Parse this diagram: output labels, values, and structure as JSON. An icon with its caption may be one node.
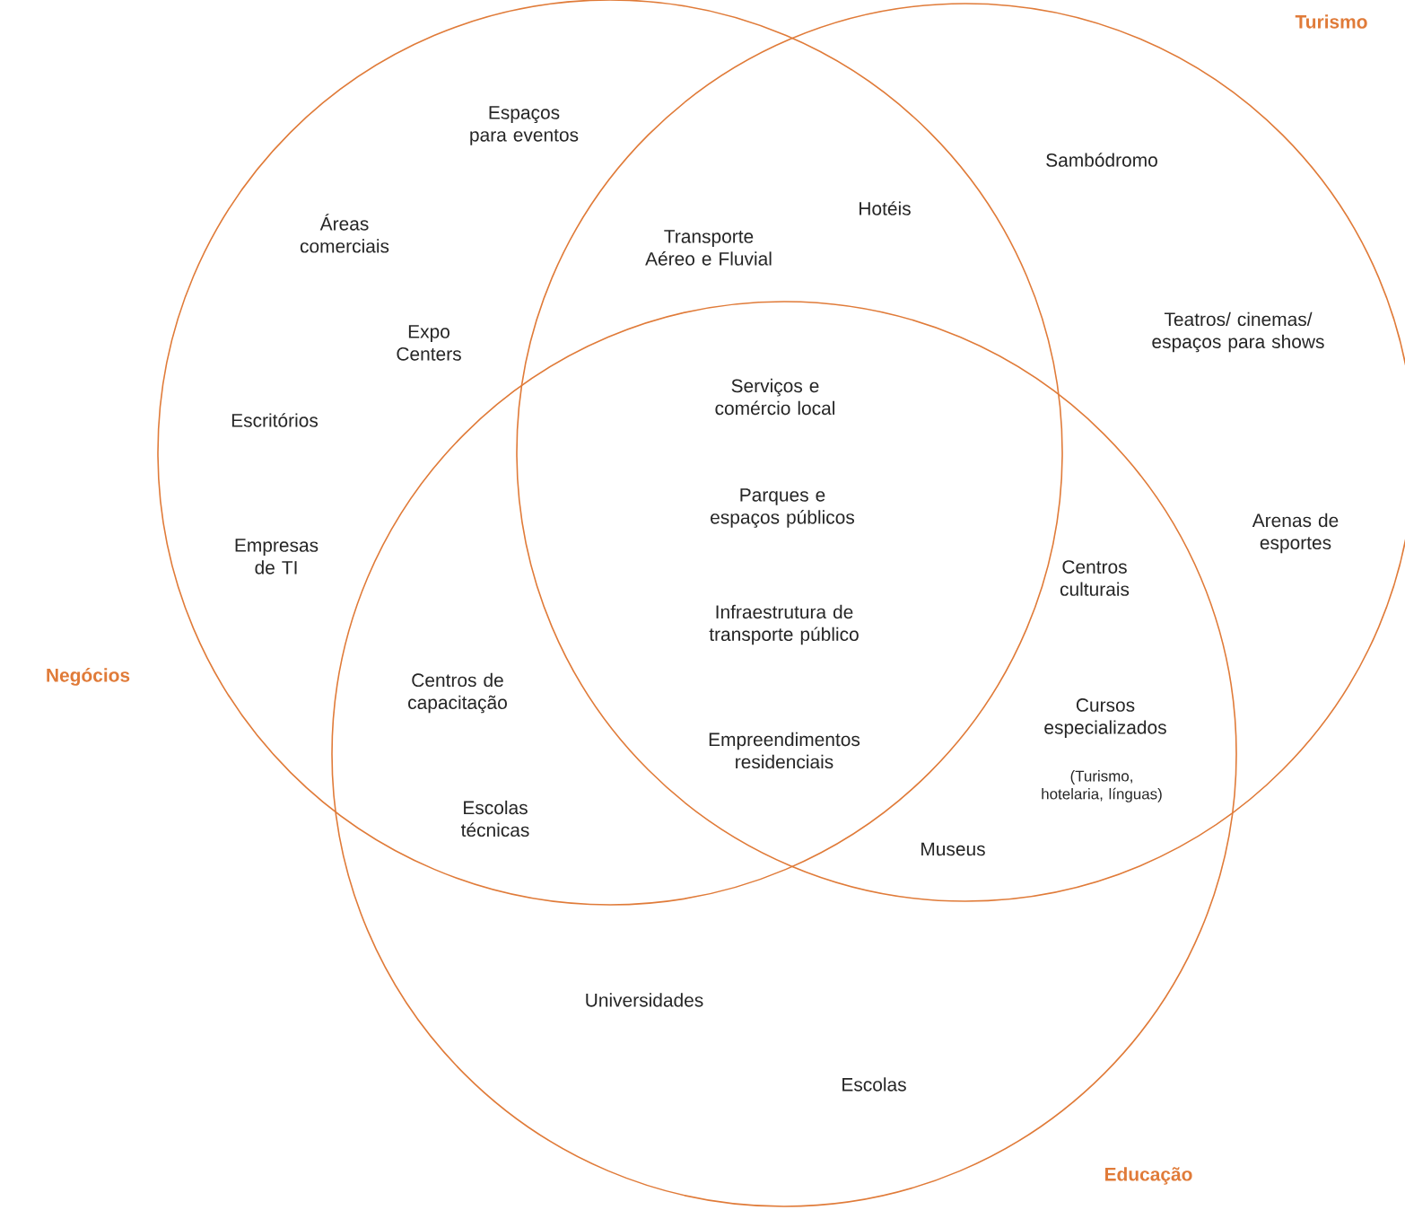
{
  "diagram": {
    "nodes": [
      {
        "text": [
          "Negócios"
        ]
      },
      {
        "text": [
          "Turismo"
        ]
      },
      {
        "text": [
          "Educação"
        ]
      }
    ],
    "labels": [
      "Espaços para eventos",
      "Sambódromo",
      "Hotéis",
      "Áreas comerciais",
      "Transporte Aéreo e Fluvial",
      "Teatros/ cinemas/ espaços para shows",
      "Expo Centers",
      "Serviços e comércio local",
      "Escritórios",
      "Parques e espaços públicos",
      "Arenas de esportes",
      "Empresas de TI",
      "Centros culturais",
      "Infraestrutura de transporte público",
      "Centros de capacitação",
      "Cursos especializados",
      "Empreendimentos residenciais",
      "(Turismo, hotelaria, línguas)",
      "Escolas técnicas",
      "Museus",
      "Universidades",
      "Escolas"
    ]
  }
}
